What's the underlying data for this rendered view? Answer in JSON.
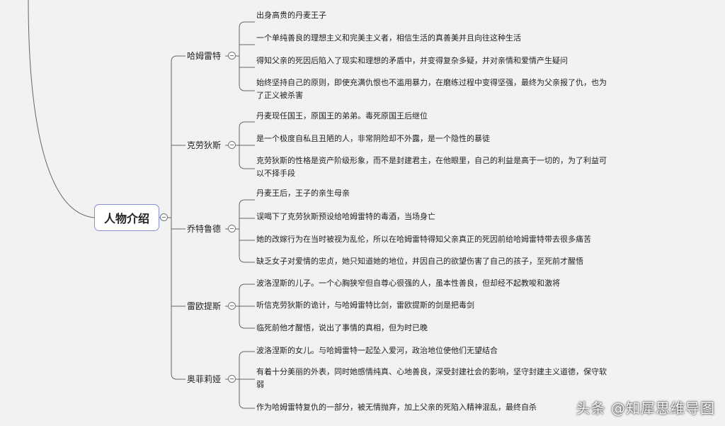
{
  "mindmap": {
    "root": "人物介绍",
    "branches": [
      {
        "label": "哈姆雷特",
        "items": [
          "出身高贵的丹麦王子",
          "一个单纯善良的理想主义和完美主义者，相信生活的真善美并且向往这种生活",
          "得知父亲的死因后陷入了现实和理想的矛盾中，并变得复杂多疑，并对亲情和爱情产生疑问",
          "始终坚持自己的原则，即使充满仇恨也不滥用暴力，在磨练过程中变得坚强，最终为父亲报了仇，也为了正义被杀害"
        ]
      },
      {
        "label": "克劳狄斯",
        "items": [
          "丹麦现任国王，原国王的弟弟。毒死原国王后继位",
          "是一个极度自私且丑陋的人，非常阴险却不外露，是一个隐性的暴徒",
          "克劳狄斯的性格是资产阶级形象，而不是封建君主，在他眼里，自己的利益是高于一切的，为了利益可以不择手段"
        ]
      },
      {
        "label": "乔特鲁德",
        "items": [
          "丹麦王后，王子的亲生母亲",
          "误喝下了克劳狄斯预设给哈姆雷特的毒酒，当场身亡",
          "她的改嫁行为在当时被视为乱伦，所以在哈姆雷特得知父亲真正的死因前给哈姆雷特带去很多痛苦",
          "缺乏女子对爱情的忠贞，她只知道她的地位，并因自己的欲望伤害了自己的孩子，至死前才醒悟"
        ]
      },
      {
        "label": "雷欧提斯",
        "items": [
          "波洛涅斯的儿子。一个心胸狭窄但自尊心很强的人，虽本性善良，但却经不起教唆和激将",
          "听信克劳狄斯的诡计，与哈姆雷特比剑，雷欧提斯的剑是把毒剑",
          "临死前他才醒悟，说出了事情的真相，但为时已晚"
        ]
      },
      {
        "label": "奥菲莉娅",
        "items": [
          "波洛涅斯的女儿。与哈姆雷特一起坠入爱河，政治地位使他们无望结合",
          "有着十分美丽的外表，同时她感情纯真、心地善良，深受封建社会的影响，坚守封建主义道德，保守软弱",
          "作为哈姆雷特复仇的一部分，被无情抛弃，加上父亲的死陷入精神混乱，最终自杀"
        ]
      }
    ]
  },
  "watermark": "头条 @知犀思维导图",
  "colors": {
    "background": "#f2f2f2",
    "line": "#666666",
    "root_border": "#8a8fd6"
  }
}
